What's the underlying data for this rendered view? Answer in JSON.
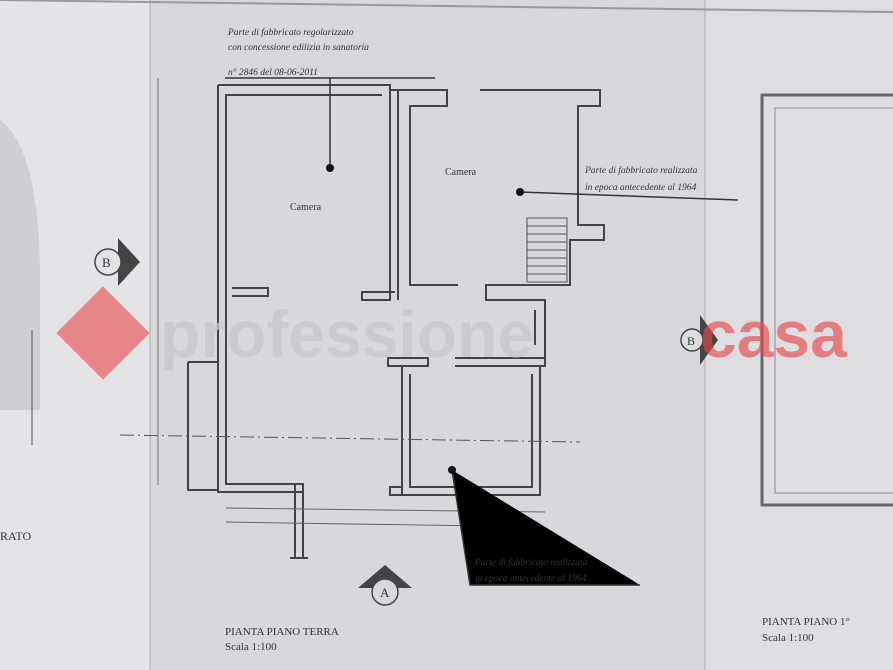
{
  "plan": {
    "note_top": [
      "Parte di fabbricato regolarizzato",
      "con concessione edilizia in sanatoria",
      "n° 2846 del 08-06-2011"
    ],
    "note_right": [
      "Parte di fabbricato realizzata",
      "in epoca antecedente al 1964"
    ],
    "note_bottom": [
      "Parte di fabbricato realizzata",
      "in epoca antecedente al 1964"
    ],
    "room_left": "Camera",
    "room_right": "Camera",
    "section_b": "B",
    "section_a": "A",
    "title_ground": "PIANTA PIANO TERRA",
    "scale_ground": "Scala 1:100",
    "title_first": "PIANTA PIANO 1°",
    "scale_first": "Scala 1:100",
    "left_fragment": "RATO"
  },
  "watermark": {
    "part1": "professione",
    "part2": "casa",
    "color": "#e8474c"
  }
}
